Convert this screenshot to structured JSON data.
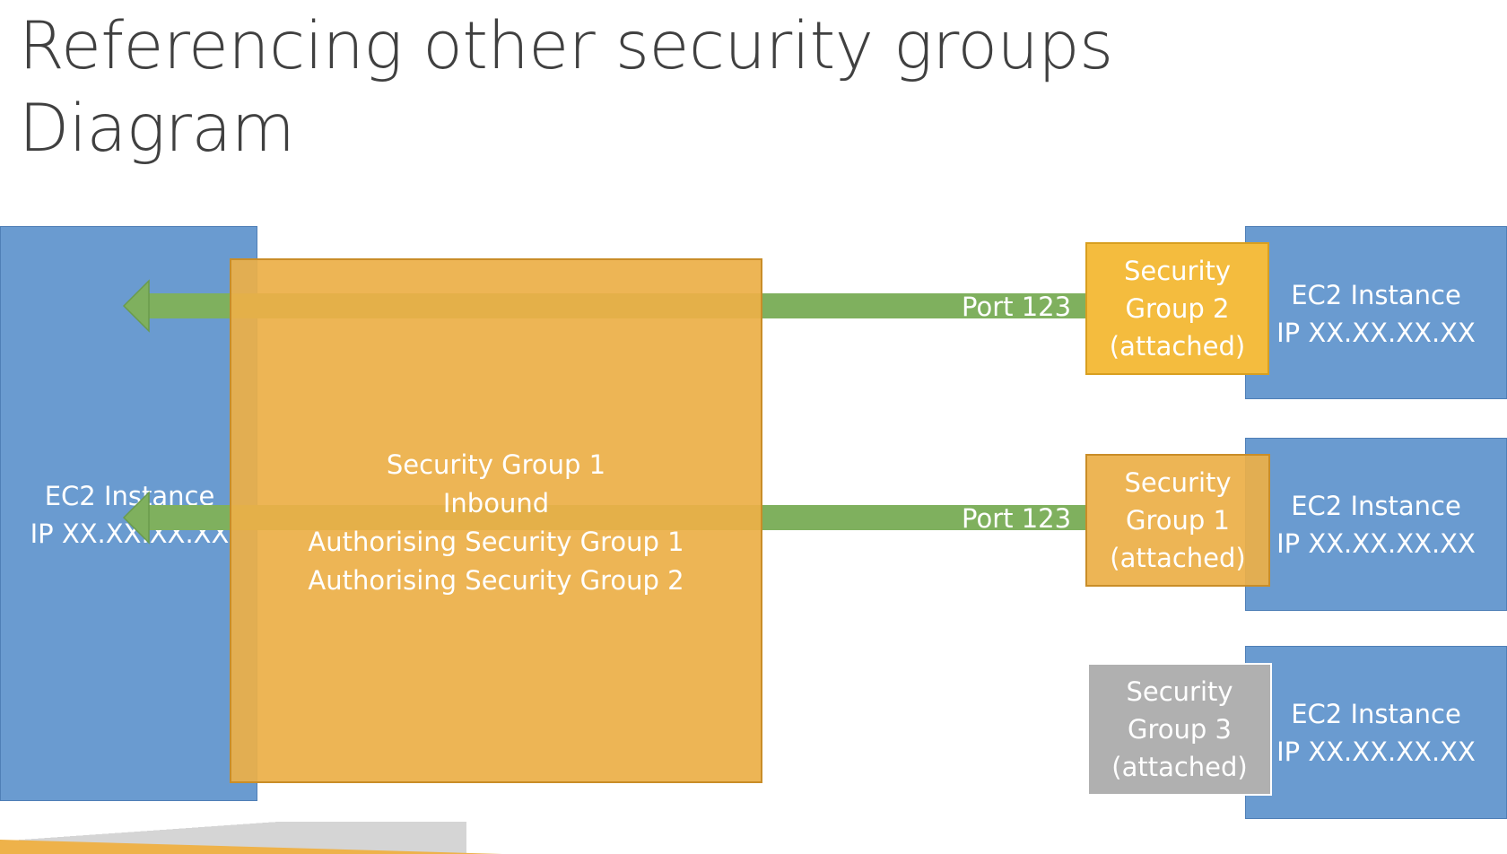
{
  "title": {
    "line1": "Referencing other security groups",
    "line2": "Diagram"
  },
  "left_instance": {
    "line1": "EC2 Instance",
    "line2": "IP XX.XX.XX.XX"
  },
  "security_group_1": {
    "line1": "Security Group 1",
    "line2": "Inbound",
    "line3": "Authorising Security Group 1",
    "line4": "Authorising Security Group 2"
  },
  "arrows": [
    {
      "label": "Port 123"
    },
    {
      "label": "Port 123"
    }
  ],
  "right_instances": [
    {
      "sg_line1": "Security",
      "sg_line2": "Group 2",
      "sg_line3": "(attached)",
      "ec2_line1": "EC2 Instance",
      "ec2_line2": "IP XX.XX.XX.XX"
    },
    {
      "sg_line1": "Security",
      "sg_line2": "Group 1",
      "sg_line3": "(attached)",
      "ec2_line1": "EC2 Instance",
      "ec2_line2": "IP XX.XX.XX.XX"
    },
    {
      "sg_line1": "Security",
      "sg_line2": "Group 3",
      "sg_line3": "(attached)",
      "ec2_line1": "EC2 Instance",
      "ec2_line2": "IP XX.XX.XX.XX"
    }
  ],
  "colors": {
    "ec2_blue": "#6a9bd0",
    "sg_orange": "#ecaf48",
    "sg2_yellow": "#f4bc3e",
    "sg3_grey": "#b0b0b0",
    "arrow_green": "#7fb05e"
  }
}
